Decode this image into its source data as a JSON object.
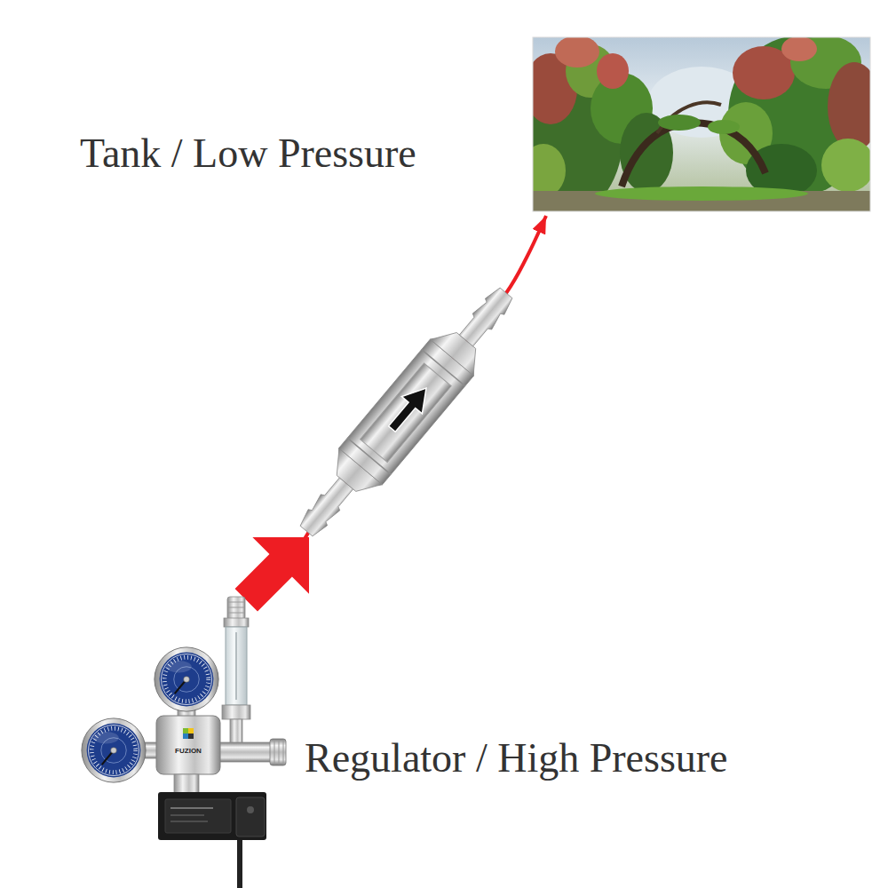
{
  "diagram": {
    "nodes": [
      {
        "text": [
          "Tank / Low Pressure"
        ]
      },
      {
        "text": [
          "Regulator / High Pressure"
        ]
      }
    ],
    "edges": [
      {
        "from": 1,
        "to": 0,
        "arrow": "to"
      }
    ],
    "labels": [
      "FUZION"
    ]
  }
}
